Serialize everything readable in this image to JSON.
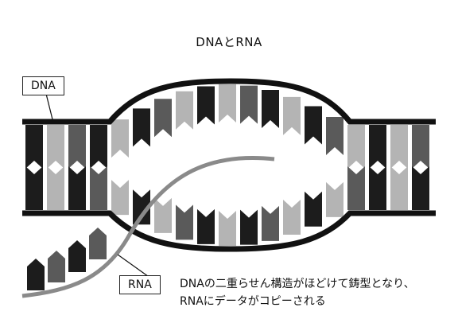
{
  "title": "DNAとRNA",
  "labels": {
    "dna": "DNA",
    "rna": "RNA"
  },
  "caption": {
    "line1": "DNAの二重らせん構造がほどけて鋳型となり、",
    "line2": "RNAにデータがコピーされる"
  },
  "colors": {
    "backbone": "#111111",
    "base_dark": "#1c1c1c",
    "base_mid": "#5a5a5a",
    "base_light": "#b4b4b4",
    "rna_strand": "#8a8a8a"
  }
}
